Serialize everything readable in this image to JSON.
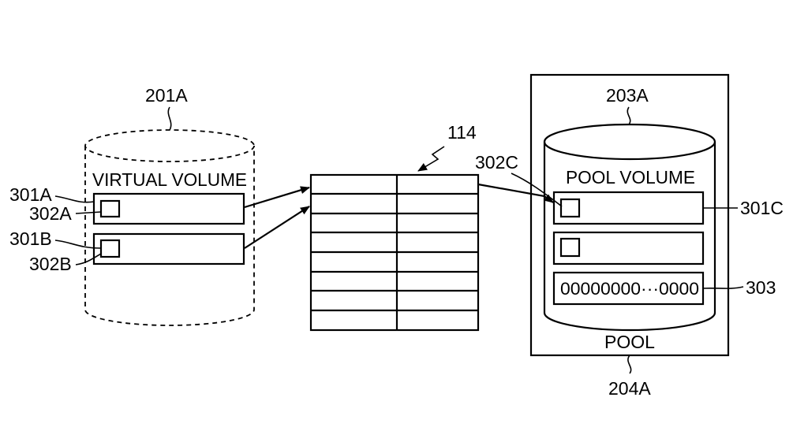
{
  "labels": {
    "virtual_volume_ref": "201A",
    "virtual_volume_title": "VIRTUAL VOLUME",
    "page_a_ref": "301A",
    "pointer_a_ref": "302A",
    "page_b_ref": "301B",
    "pointer_b_ref": "302B",
    "table_ref": "114",
    "pool_volume_ref": "203A",
    "pool_volume_title": "POOL VOLUME",
    "pointer_c_ref": "302C",
    "page_c_ref": "301C",
    "zero_page_ref": "303",
    "zero_page_value": "00000000···0000",
    "pool_title": "POOL",
    "pool_ref": "204A"
  }
}
